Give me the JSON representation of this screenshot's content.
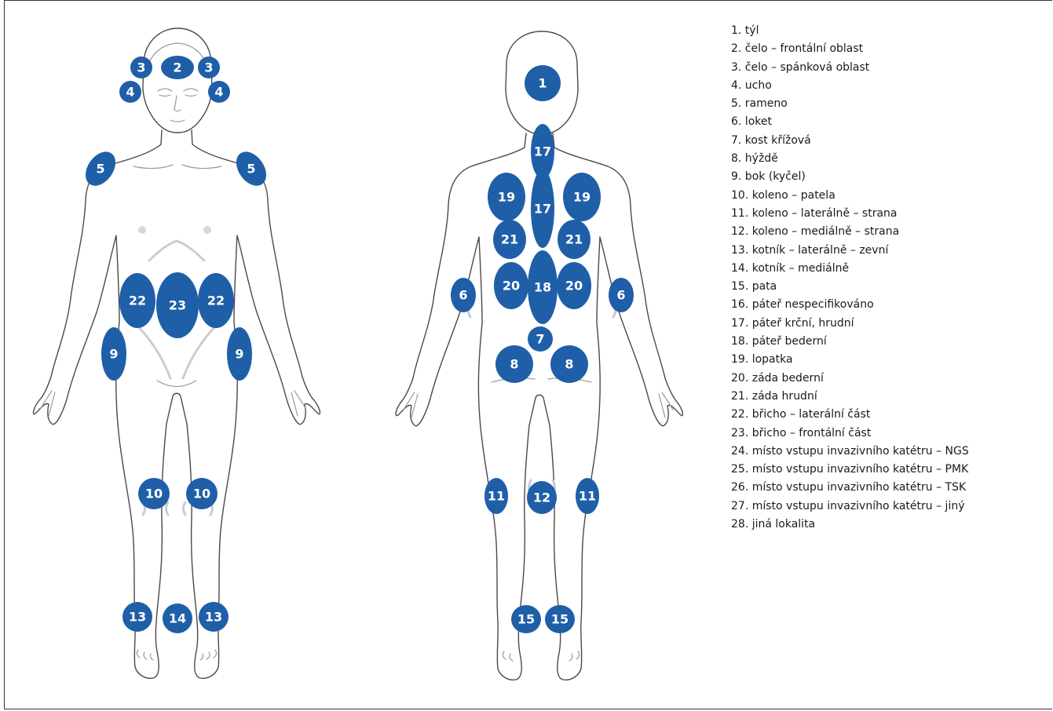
{
  "front_markers": [
    {
      "label": "3",
      "region": "temple-right"
    },
    {
      "label": "2",
      "region": "forehead"
    },
    {
      "label": "3",
      "region": "temple-left"
    },
    {
      "label": "4",
      "region": "ear-right"
    },
    {
      "label": "4",
      "region": "ear-left"
    },
    {
      "label": "5",
      "region": "shoulder-right"
    },
    {
      "label": "5",
      "region": "shoulder-left"
    },
    {
      "label": "22",
      "region": "abdomen-lateral-right"
    },
    {
      "label": "23",
      "region": "abdomen-frontal"
    },
    {
      "label": "22",
      "region": "abdomen-lateral-left"
    },
    {
      "label": "9",
      "region": "hip-right"
    },
    {
      "label": "9",
      "region": "hip-left"
    },
    {
      "label": "10",
      "region": "knee-right"
    },
    {
      "label": "10",
      "region": "knee-left"
    },
    {
      "label": "13",
      "region": "ankle-lateral-right"
    },
    {
      "label": "14",
      "region": "ankle-medial"
    },
    {
      "label": "13",
      "region": "ankle-lateral-left"
    }
  ],
  "back_markers": [
    {
      "label": "1",
      "region": "occiput"
    },
    {
      "label": "17",
      "region": "spine-cervical"
    },
    {
      "label": "17",
      "region": "spine-thoracic"
    },
    {
      "label": "19",
      "region": "scapula-left"
    },
    {
      "label": "19",
      "region": "scapula-right"
    },
    {
      "label": "21",
      "region": "back-thoracic-left"
    },
    {
      "label": "21",
      "region": "back-thoracic-right"
    },
    {
      "label": "20",
      "region": "back-lumbar-left"
    },
    {
      "label": "18",
      "region": "spine-lumbar"
    },
    {
      "label": "20",
      "region": "back-lumbar-right"
    },
    {
      "label": "6",
      "region": "elbow-left"
    },
    {
      "label": "6",
      "region": "elbow-right"
    },
    {
      "label": "7",
      "region": "sacrum"
    },
    {
      "label": "8",
      "region": "buttock-left"
    },
    {
      "label": "8",
      "region": "buttock-right"
    },
    {
      "label": "11",
      "region": "knee-lateral-left"
    },
    {
      "label": "12",
      "region": "knee-medial"
    },
    {
      "label": "11",
      "region": "knee-lateral-right"
    },
    {
      "label": "15",
      "region": "heel-left"
    },
    {
      "label": "15",
      "region": "heel-right"
    }
  ],
  "legend": [
    "1. týl",
    "2. čelo – frontální oblast",
    "3. čelo – spánková oblast",
    "4. ucho",
    "5. rameno",
    "6. loket",
    "7. kost křížová",
    "8. hýždě",
    "9. bok (kyčel)",
    "10. koleno – patela",
    "11. koleno – laterálně – strana",
    "12. koleno – mediálně – strana",
    "13. kotník – laterálně – zevní",
    "14. kotník – mediálně",
    "15. pata",
    "16. páteř nespecifikováno",
    "17. páteř krční, hrudní",
    "18. páteř bederní",
    "19. lopatka",
    "20. záda bederní",
    "21. záda hrudní",
    "22. břicho – laterální část",
    "23. břicho – frontální část",
    "24. místo vstupu invazivního katétru – NGS",
    "25. místo vstupu invazivního katétru – PMK",
    "26. místo vstupu invazivního katétru – TSK",
    "27. místo vstupu invazivního katétru – jiný",
    "28. jiná lokalita"
  ],
  "colors": {
    "marker": "#1f5fa8",
    "outline": "#4a4a4a"
  }
}
